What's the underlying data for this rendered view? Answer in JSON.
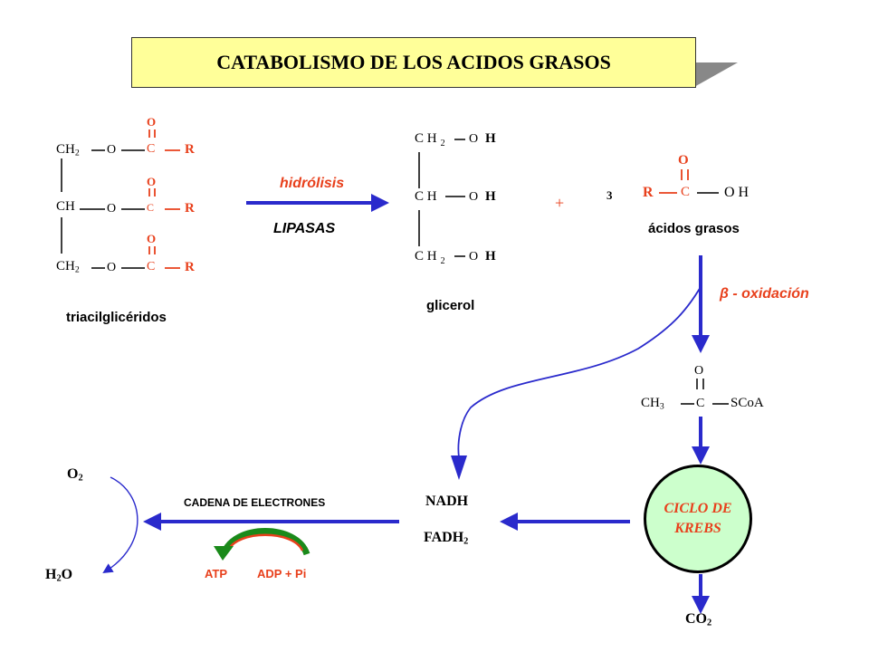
{
  "title": "CATABOLISMO  DE  LOS  ACIDOS  GRASOS",
  "colors": {
    "red": "#e8401c",
    "arrow_blue": "#2a2acc",
    "title_bg": "#ffff99",
    "krebs_bg": "#ccffcc",
    "cycle_green": "#1a8a1a"
  },
  "triacylglycerides": {
    "label": "triacilglicéridos",
    "rows": [
      {
        "c": "CH",
        "sub": "2",
        "o": "O",
        "carbonyl_o": "O",
        "carbon": "C",
        "r": "R"
      },
      {
        "c": "CH",
        "sub": "",
        "o": "O",
        "carbonyl_o": "O",
        "carbon": "C",
        "r": "R"
      },
      {
        "c": "CH",
        "sub": "2",
        "o": "O",
        "carbonyl_o": "O",
        "carbon": "C",
        "r": "R"
      }
    ]
  },
  "reaction": {
    "upper": "hidrólisis",
    "lower": "LIPASAS"
  },
  "glycerol": {
    "label": "glicerol",
    "rows": [
      {
        "c": "C H",
        "sub": "2",
        "o": "O",
        "h": "H"
      },
      {
        "c": "C H",
        "sub": "",
        "o": "O",
        "h": "H"
      },
      {
        "c": "C H",
        "sub": "2",
        "o": "O",
        "h": "H"
      }
    ]
  },
  "plus": "+",
  "fatty_acids": {
    "coef": "3",
    "r": "R",
    "carbon": "C",
    "carbonyl_o": "O",
    "oh": "O H",
    "label": "ácidos grasos"
  },
  "beta_oxidation": "β  - oxidación",
  "acetyl_coa": {
    "ch": "CH",
    "sub": "3",
    "carbon": "C",
    "carbonyl_o": "O",
    "scoa": "SCoA"
  },
  "krebs": {
    "line1": "CICLO DE",
    "line2": "KREBS"
  },
  "co2": {
    "base": "CO",
    "sub": "2"
  },
  "nadh": "NADH",
  "fadh": {
    "base": "FADH",
    "sub": "2"
  },
  "electron_chain": "CADENA DE ELECTRONES",
  "atp": "ATP",
  "adp": "ADP + Pi",
  "o2": {
    "base": "O",
    "sub": "2"
  },
  "h2o": {
    "h": "H",
    "sub": "2",
    "o": "O"
  }
}
